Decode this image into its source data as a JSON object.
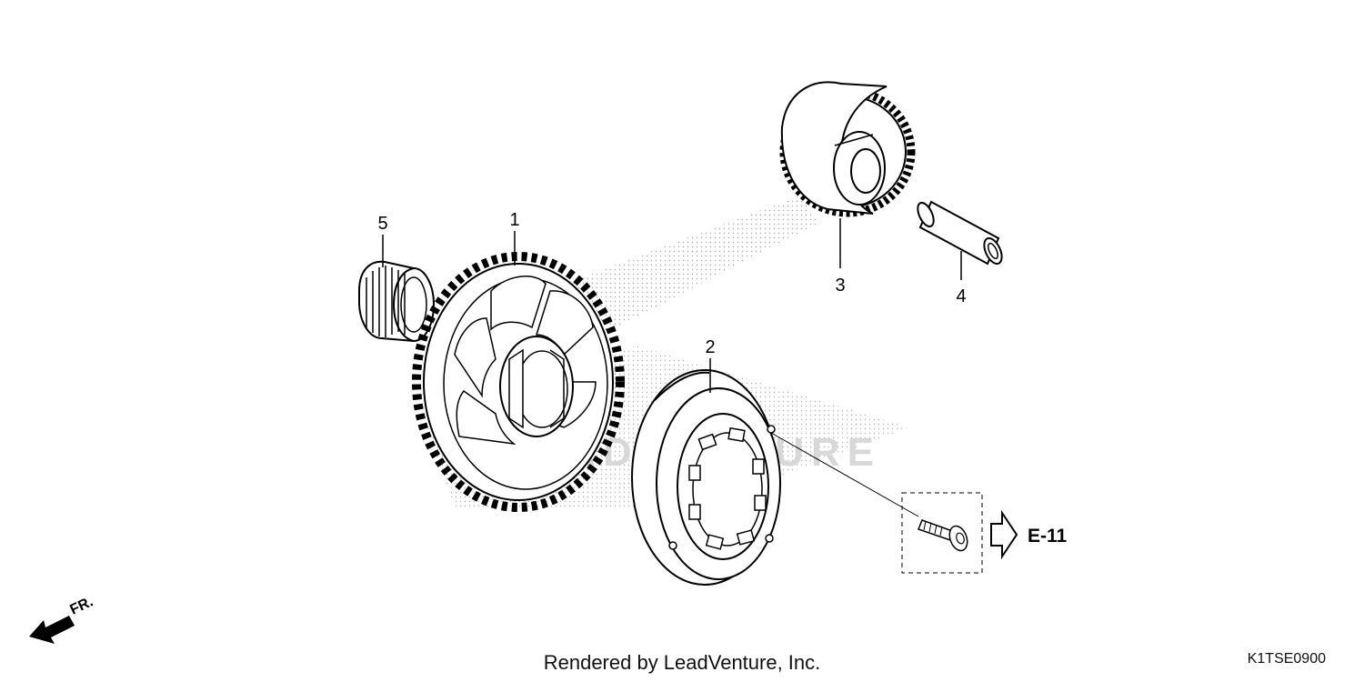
{
  "diagram": {
    "callouts": [
      {
        "id": "1"
      },
      {
        "id": "2"
      },
      {
        "id": "3"
      },
      {
        "id": "4"
      },
      {
        "id": "5"
      }
    ],
    "reference": "E-11",
    "direction_label": "FR.",
    "watermark_text": "LEADVENTURE",
    "footer": "Rendered by LeadVenture, Inc.",
    "diagram_code": "K1TSE0900"
  }
}
